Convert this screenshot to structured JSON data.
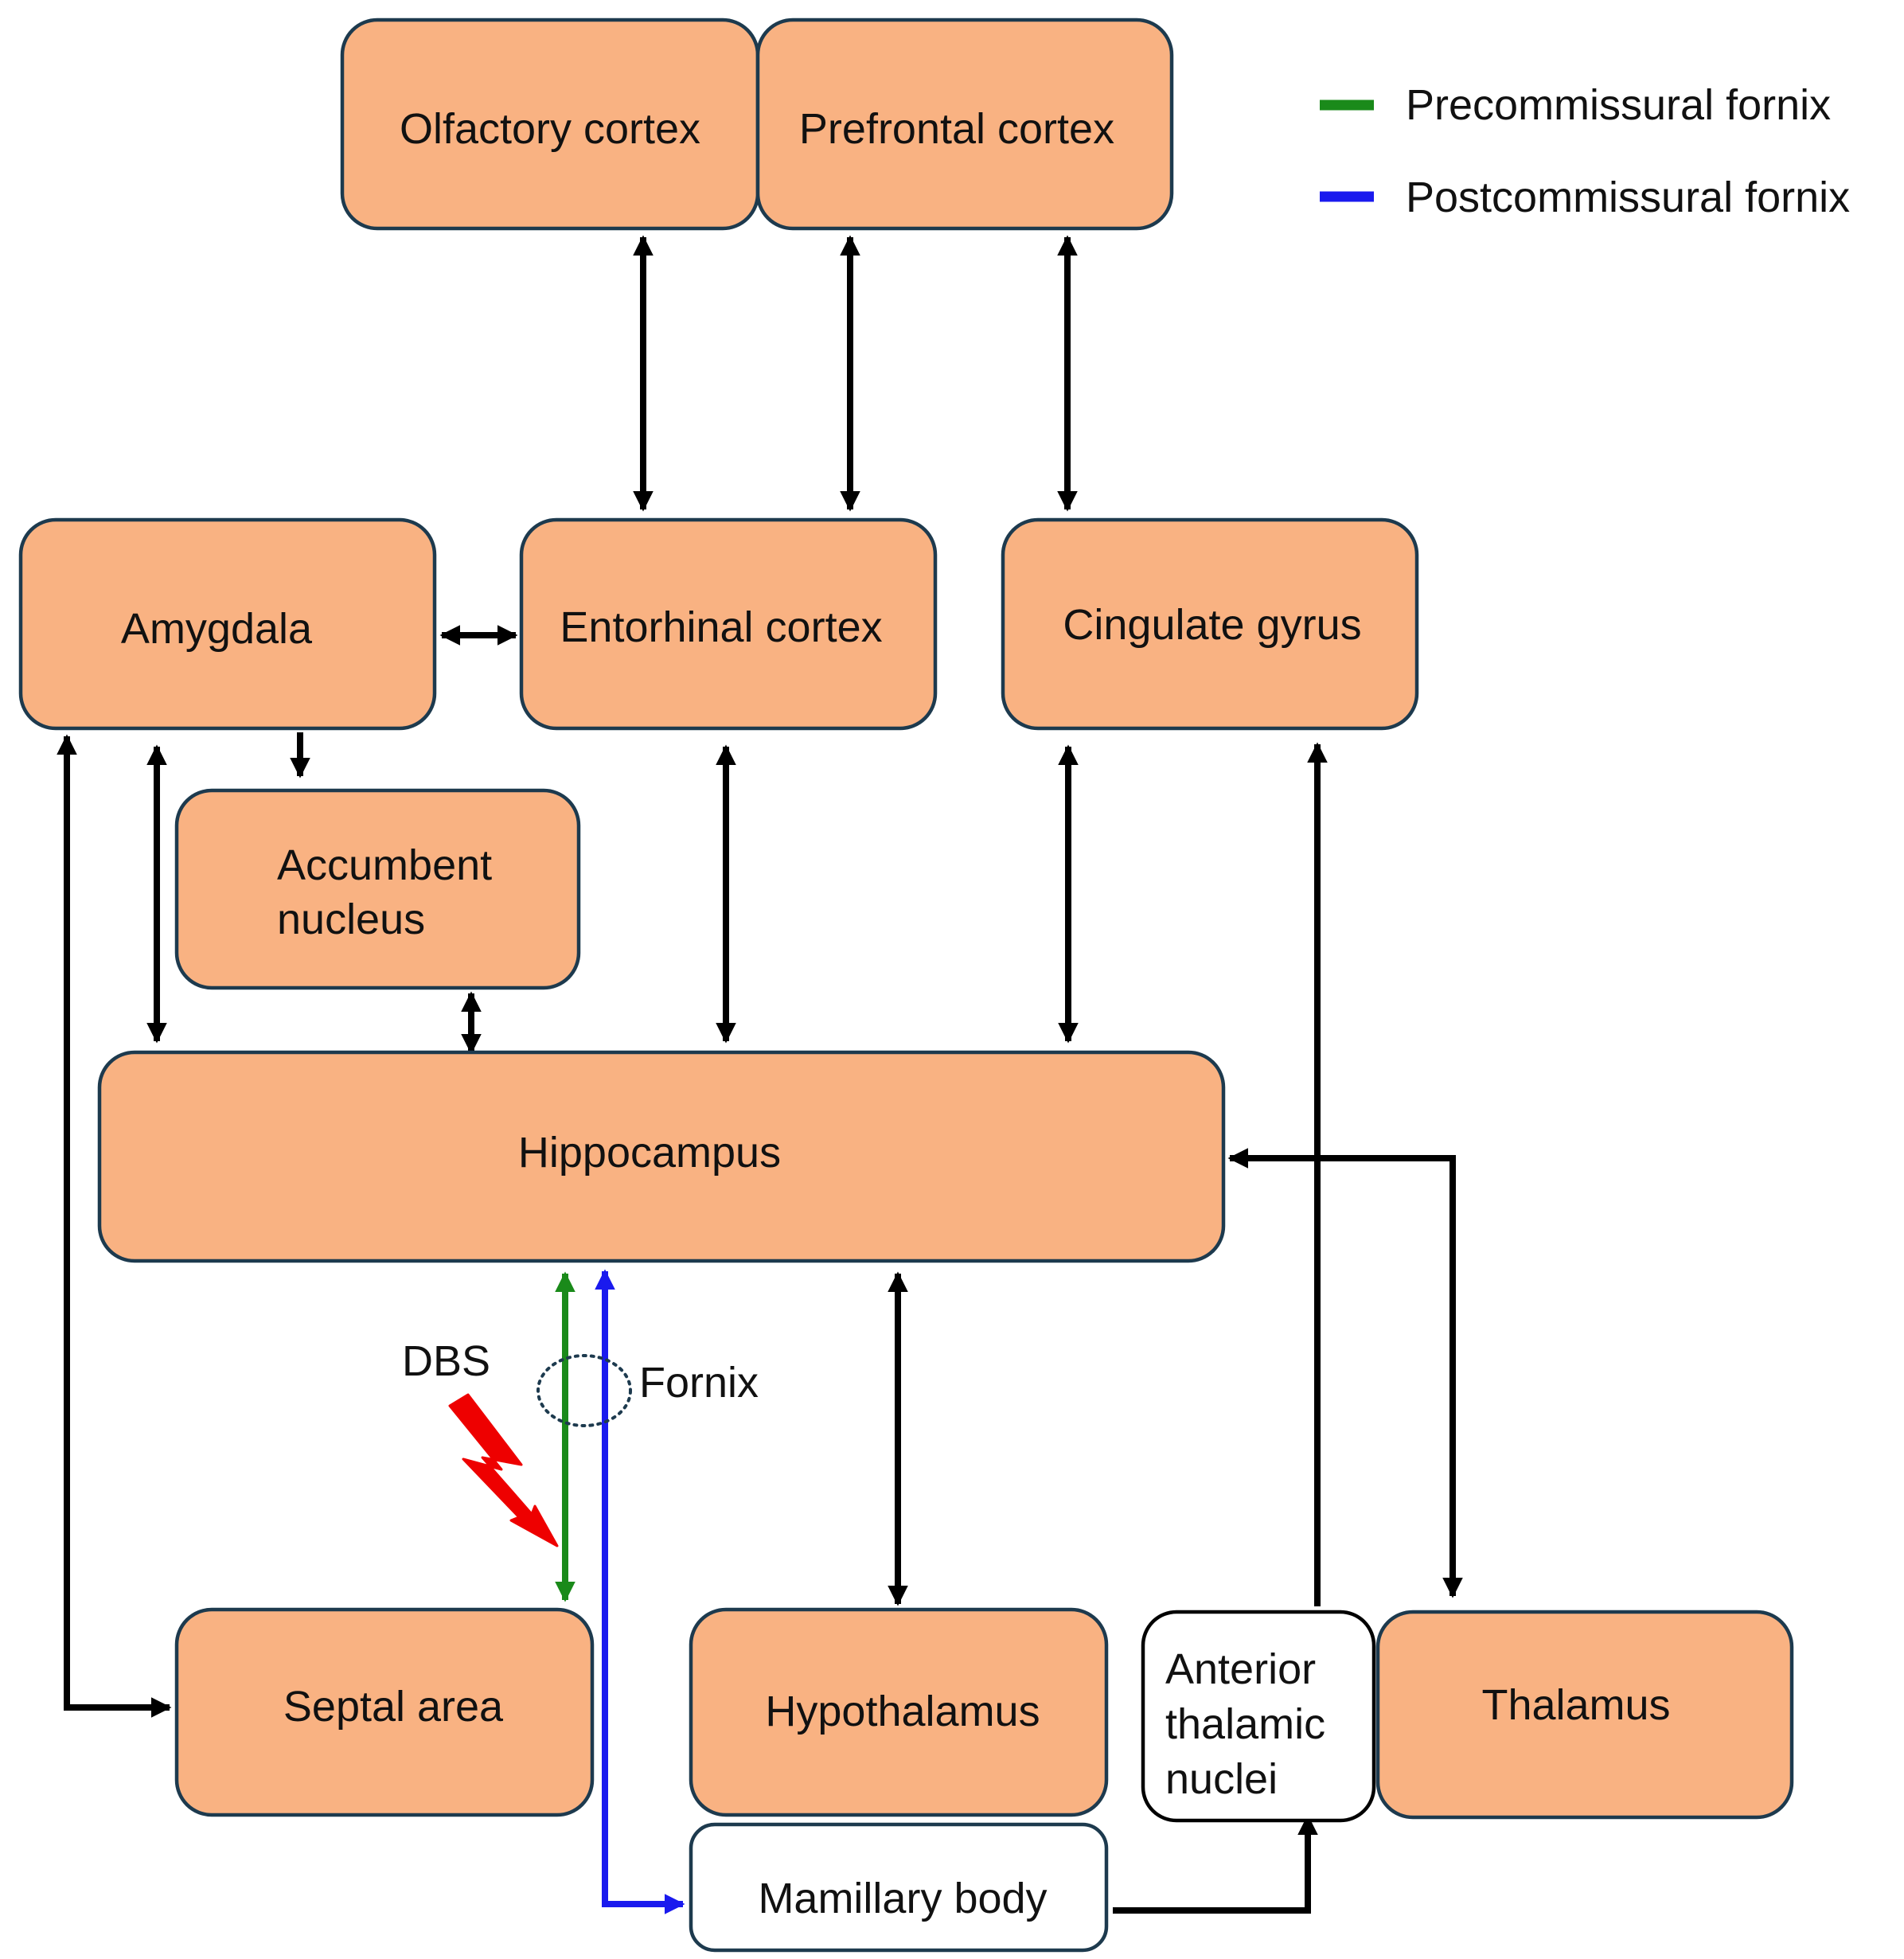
{
  "nodes": {
    "olfactory": {
      "label": "Olfactory cortex",
      "fill": "#f9b282"
    },
    "prefrontal": {
      "label": "Prefrontal cortex",
      "fill": "#f9b282"
    },
    "amygdala": {
      "label": "Amygdala",
      "fill": "#f9b282"
    },
    "entorhinal": {
      "label": "Entorhinal cortex",
      "fill": "#f9b282"
    },
    "cingulate": {
      "label": "Cingulate gyrus",
      "fill": "#f9b282"
    },
    "accumbent": {
      "label_line1": "Accumbent",
      "label_line2": "nucleus",
      "fill": "#f9b282"
    },
    "hippocampus": {
      "label": "Hippocampus",
      "fill": "#f9b282"
    },
    "septal": {
      "label": "Septal area",
      "fill": "#f9b282"
    },
    "hypothalamus": {
      "label": "Hypothalamus",
      "fill": "#f9b282"
    },
    "anterior_thalamic": {
      "label_line1": "Anterior",
      "label_line2": "thalamic",
      "label_line3": "nuclei",
      "fill": "#ffffff"
    },
    "thalamus": {
      "label": "Thalamus",
      "fill": "#f9b282"
    },
    "mamillary": {
      "label": "Mamillary body",
      "fill": "#ffffff"
    }
  },
  "legend": [
    {
      "label": "Precommissural fornix",
      "color": "#1a8a1a"
    },
    {
      "label": "Postcommissural fornix",
      "color": "#1a1aee"
    }
  ],
  "annotations": {
    "dbs": "DBS",
    "fornix": "Fornix"
  },
  "colors": {
    "box_border": "#1d3a4e",
    "arrow": "#000000",
    "precommissural": "#1a8a1a",
    "postcommissural": "#1a1aee",
    "dbs_bolt": "#ee0000",
    "fornix_circle": "#1d3a4e"
  }
}
